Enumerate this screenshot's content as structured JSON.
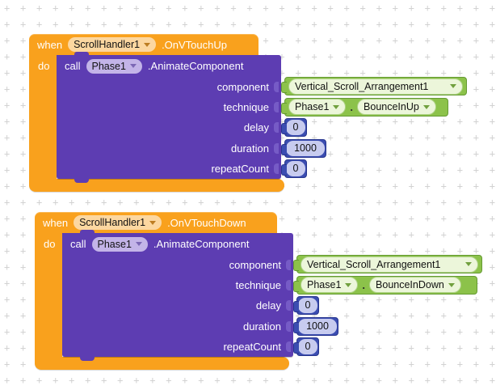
{
  "canvas": {
    "grid_mark": "+"
  },
  "colors": {
    "event_block": "#f9a11d",
    "call_block": "#5d3db2",
    "component_value_block": "#8cc24a",
    "number_block": "#3b4db1",
    "canvas_grid": "#d2d2d2"
  },
  "blocks": [
    {
      "when_label": "when",
      "component": "ScrollHandler1",
      "event": ".OnVTouchUp",
      "do_label": "do",
      "call": {
        "label": "call",
        "component": "Phase1",
        "method": ".AnimateComponent",
        "params": [
          "component",
          "technique",
          "delay",
          "duration",
          "repeatCount"
        ],
        "values": {
          "component": "Vertical_Scroll_Arrangement1",
          "technique_component": "Phase1",
          "technique_separator": ".",
          "technique_option": "BounceInUp",
          "delay": "0",
          "duration": "1000",
          "repeatCount": "0"
        }
      }
    },
    {
      "when_label": "when",
      "component": "ScrollHandler1",
      "event": ".OnVTouchDown",
      "do_label": "do",
      "call": {
        "label": "call",
        "component": "Phase1",
        "method": ".AnimateComponent",
        "params": [
          "component",
          "technique",
          "delay",
          "duration",
          "repeatCount"
        ],
        "values": {
          "component": "Vertical_Scroll_Arrangement1",
          "technique_component": "Phase1",
          "technique_separator": ".",
          "technique_option": "BounceInDown",
          "delay": "0",
          "duration": "1000",
          "repeatCount": "0"
        }
      }
    }
  ]
}
